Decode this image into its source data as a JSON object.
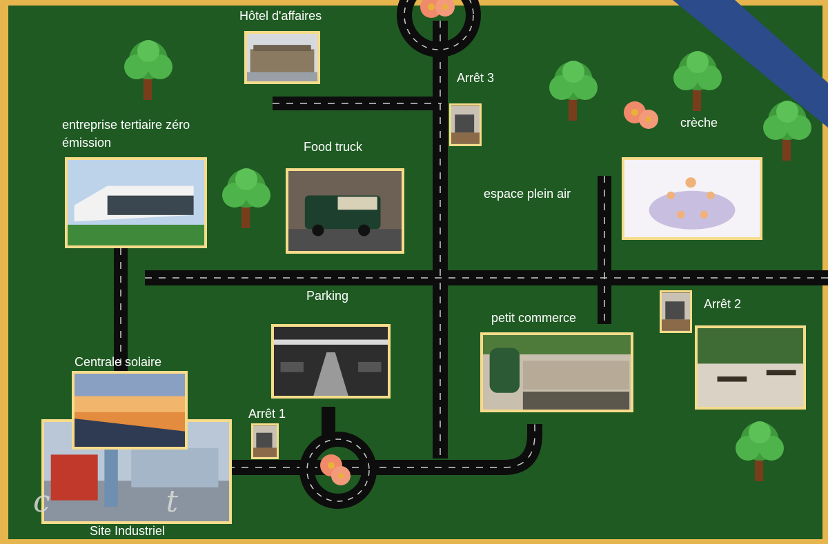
{
  "places": {
    "hotel": "Hôtel d'affaires",
    "tertiaire": "entreprise tertiaire zéro émission",
    "food_truck": "Food truck",
    "arret3": "Arrêt 3",
    "creche": "crèche",
    "plein_air": "espace plein air",
    "parking": "Parking",
    "petit_commerce": "petit commerce",
    "arret2": "Arrêt 2",
    "centrale": "Centrale solaire",
    "arret1": "Arrêt 1",
    "site_industriel": "Site Industriel"
  },
  "colors": {
    "field": "#1f5a23",
    "border": "#e7b54d",
    "frame": "#f6dc8a",
    "road": "#0d0d0d",
    "river": "#2c4b8a"
  }
}
